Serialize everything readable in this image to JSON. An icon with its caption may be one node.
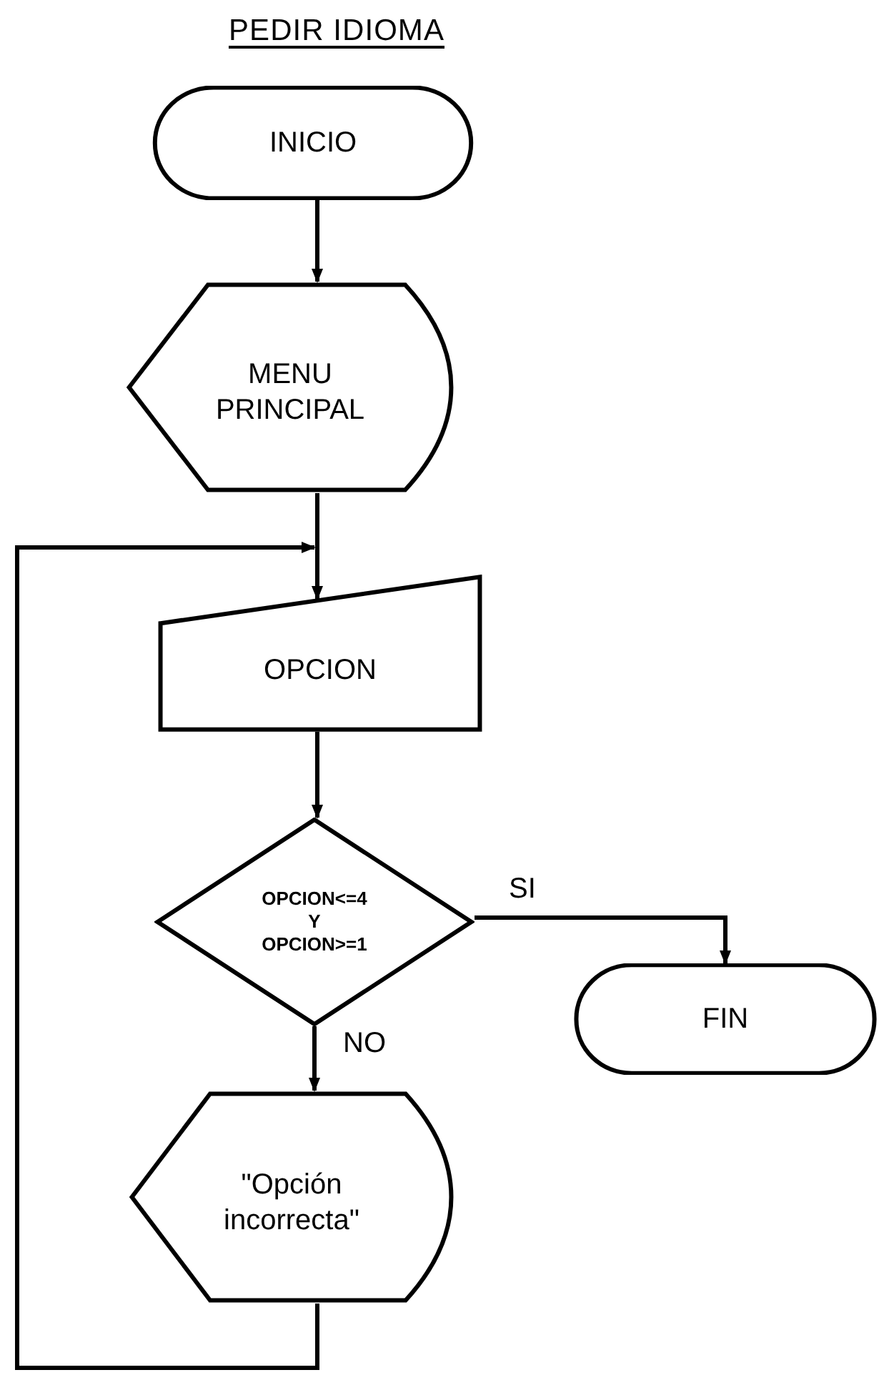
{
  "diagram": {
    "title": "PEDIR IDIOMA",
    "nodes": [
      {
        "text": [
          "INICIO"
        ]
      },
      {
        "text": [
          "MENU PRINCIPAL"
        ]
      },
      {
        "text": [
          "OPCION"
        ]
      },
      {
        "text": [
          "OPCION<=4 Y OPCION>=1"
        ]
      },
      {
        "text": [
          "FIN"
        ]
      },
      {
        "text": [
          "\"Opción incorrecta\""
        ]
      }
    ],
    "edges": [
      {
        "from": 0,
        "to": 1,
        "arrow": "to"
      },
      {
        "from": 1,
        "to": 2,
        "arrow": "to"
      },
      {
        "from": 2,
        "to": 3,
        "arrow": "to"
      },
      {
        "from": 3,
        "to": 4,
        "arrow": "to",
        "label": "SI"
      },
      {
        "from": 3,
        "to": 5,
        "arrow": "to",
        "label": "NO"
      },
      {
        "from": 5,
        "to": 2,
        "arrow": "to"
      }
    ]
  }
}
